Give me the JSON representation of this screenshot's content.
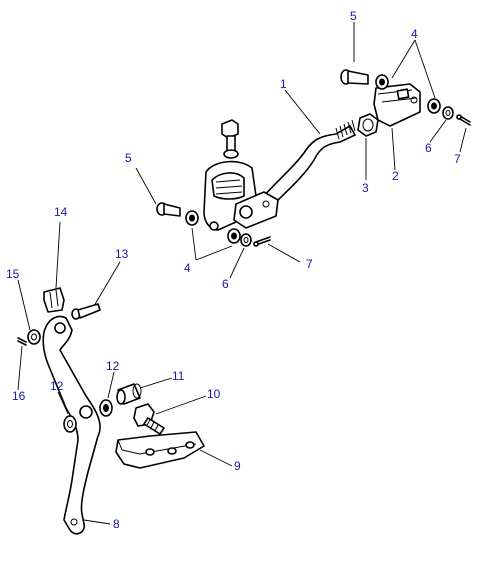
{
  "callouts": {
    "c1": "1",
    "c2": "2",
    "c3": "3",
    "c4_top": "4",
    "c4_mid": "4",
    "c5_top": "5",
    "c5_mid": "5",
    "c6_top": "6",
    "c6_mid": "6",
    "c7_top": "7",
    "c7_mid": "7",
    "c8": "8",
    "c9": "9",
    "c10": "10",
    "c11": "11",
    "c12_right": "12",
    "c12_left": "12",
    "c13": "13",
    "c14": "14",
    "c15": "15",
    "c16": "16"
  },
  "colors": {
    "callout_text": "#1a1aa6",
    "linework": "#000000",
    "background": "#ffffff"
  }
}
